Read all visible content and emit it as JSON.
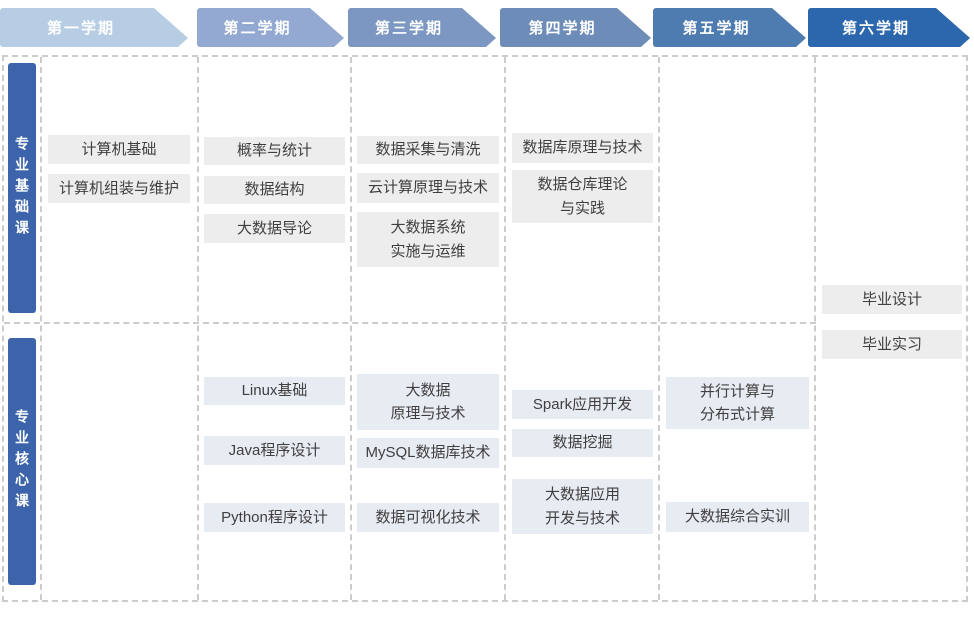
{
  "headers": [
    {
      "label": "第一学期",
      "color": "#b6cde4"
    },
    {
      "label": "第二学期",
      "color": "#93a9d1"
    },
    {
      "label": "第三学期",
      "color": "#7b97c2"
    },
    {
      "label": "第四学期",
      "color": "#6d8cb7"
    },
    {
      "label": "第五学期",
      "color": "#4e7cb1"
    },
    {
      "label": "第六学期",
      "color": "#2c67ae"
    }
  ],
  "sections": {
    "foundation": {
      "label": "专业基础课",
      "color": "#3d64aa",
      "box_color": "#ededed"
    },
    "core": {
      "label": "专业核心课",
      "color": "#3d64aa",
      "box_color": "#e7ebf2"
    }
  },
  "courses": {
    "foundation": {
      "s1": [
        "计算机基础",
        "计算机组装与维护"
      ],
      "s2": [
        "概率与统计",
        "数据结构",
        "大数据导论"
      ],
      "s3": [
        "数据采集与清洗",
        "云计算原理与技术",
        "大数据系统\n实施与运维"
      ],
      "s4": [
        "数据库原理与技术",
        "数据仓库理论\n与实践"
      ]
    },
    "core": {
      "s2": [
        "Linux基础",
        "Java程序设计",
        "Python程序设计"
      ],
      "s3": [
        "大数据\n原理与技术",
        "MySQL数据库技术",
        "数据可视化技术"
      ],
      "s4": [
        "Spark应用开发",
        "数据挖掘",
        "大数据应用\n开发与技术"
      ],
      "s5": [
        "并行计算与\n分布式计算",
        "大数据综合实训"
      ]
    },
    "graduation": [
      "毕业设计",
      "毕业实习"
    ]
  }
}
